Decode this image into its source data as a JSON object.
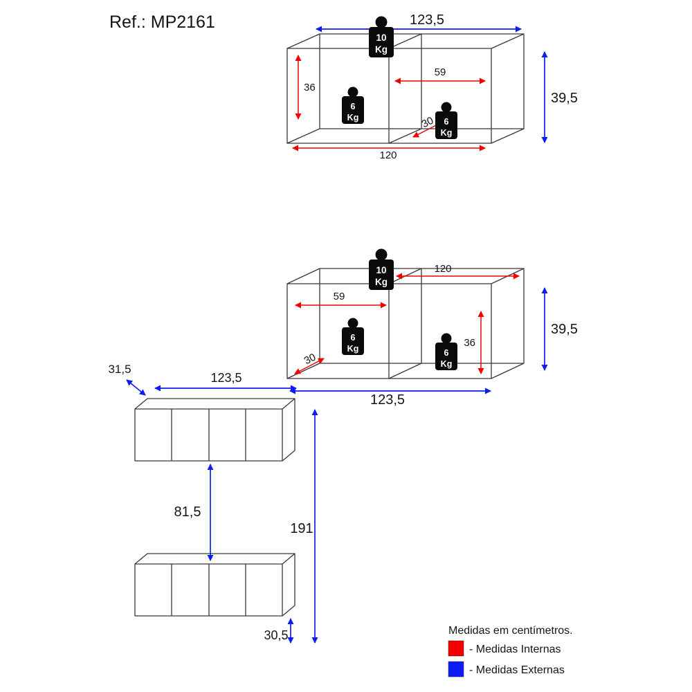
{
  "title": "Ref.: MP2161",
  "colors": {
    "internal": "#f40000",
    "external": "#0d1cf4",
    "wireframe": "#383838",
    "weight_badge": "#0a0a0a"
  },
  "legend": {
    "note": "Medidas em centímetros.",
    "internal_label": "- Medidas Internas",
    "external_label": "- Medidas Externas"
  },
  "top_cabinet": {
    "ext_width": "123,5",
    "ext_height": "39,5",
    "int_height": "36",
    "int_section_width": "59",
    "int_depth": "30",
    "int_width": "120",
    "weight_top": {
      "value": "10",
      "unit": "Kg"
    },
    "weight_left": {
      "value": "6",
      "unit": "Kg"
    },
    "weight_right": {
      "value": "6",
      "unit": "Kg"
    }
  },
  "middle_cabinet": {
    "ext_width": "123,5",
    "ext_height": "39,5",
    "int_height": "36",
    "int_section_width": "59",
    "int_depth": "30",
    "int_width": "120",
    "weight_top": {
      "value": "10",
      "unit": "Kg"
    },
    "weight_left": {
      "value": "6",
      "unit": "Kg"
    },
    "weight_right": {
      "value": "6",
      "unit": "Kg"
    }
  },
  "front_view": {
    "depth": "31,5",
    "width": "123,5",
    "gap": "81,5",
    "total_height": "191",
    "bottom_clearance": "30,5"
  }
}
